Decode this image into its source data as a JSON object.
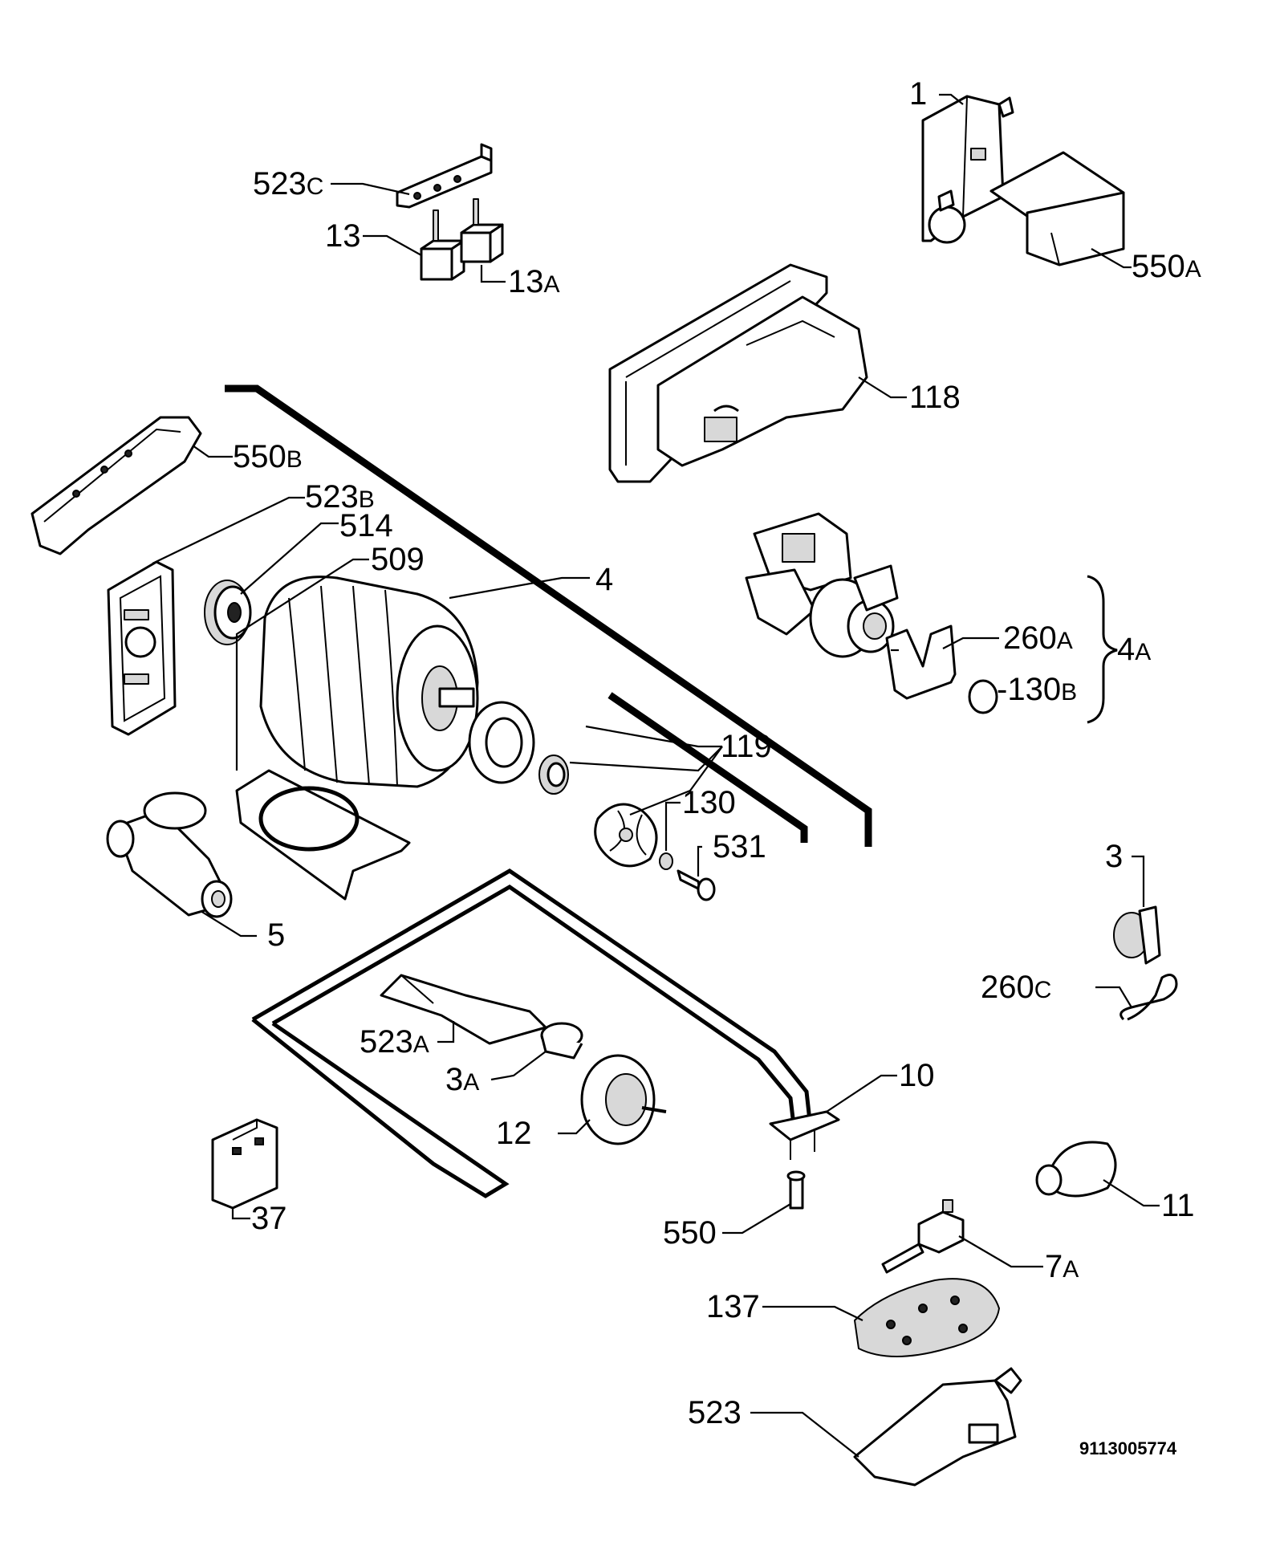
{
  "diagram": {
    "document_number": "9113005774",
    "labels": {
      "p1": {
        "main": "1",
        "sub": ""
      },
      "p550a": {
        "main": "550",
        "sub": "A"
      },
      "p523c": {
        "main": "523",
        "sub": "C"
      },
      "p13": {
        "main": "13",
        "sub": ""
      },
      "p13a": {
        "main": "13",
        "sub": "A"
      },
      "p118": {
        "main": "118",
        "sub": ""
      },
      "p550b": {
        "main": "550",
        "sub": "B"
      },
      "p523b": {
        "main": "523",
        "sub": "B"
      },
      "p514": {
        "main": "514",
        "sub": ""
      },
      "p509": {
        "main": "509",
        "sub": ""
      },
      "p4": {
        "main": "4",
        "sub": ""
      },
      "p260a": {
        "main": "260",
        "sub": "A"
      },
      "p4a": {
        "main": "4",
        "sub": "A"
      },
      "p130b": {
        "main": "-130",
        "sub": "B"
      },
      "p119": {
        "main": "119",
        "sub": ""
      },
      "p130": {
        "main": "130",
        "sub": ""
      },
      "p531": {
        "main": "531",
        "sub": ""
      },
      "p5": {
        "main": "5",
        "sub": ""
      },
      "p3": {
        "main": "3",
        "sub": ""
      },
      "p260c": {
        "main": "260",
        "sub": "C"
      },
      "p523a": {
        "main": "523",
        "sub": "A"
      },
      "p3a": {
        "main": "3",
        "sub": "A"
      },
      "p10": {
        "main": "10",
        "sub": ""
      },
      "p12": {
        "main": "12",
        "sub": ""
      },
      "p37": {
        "main": "37",
        "sub": ""
      },
      "p550": {
        "main": "550",
        "sub": ""
      },
      "p11": {
        "main": "11",
        "sub": ""
      },
      "p7a": {
        "main": "7",
        "sub": "A"
      },
      "p137": {
        "main": "137",
        "sub": ""
      },
      "p523": {
        "main": "523",
        "sub": ""
      }
    }
  }
}
